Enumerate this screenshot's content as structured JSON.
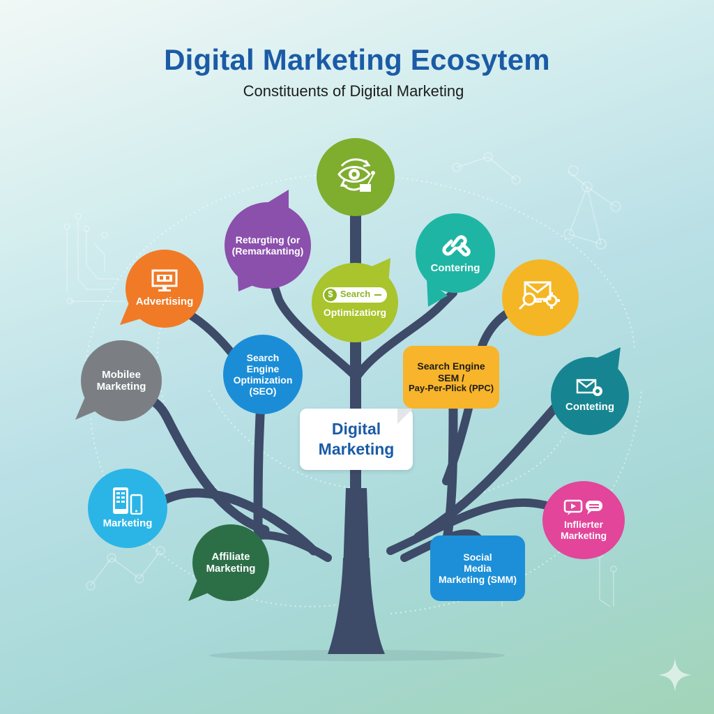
{
  "header": {
    "title": "Digital Marketing Ecosytem",
    "subtitle": "Constituents of Digital Marketing"
  },
  "center": {
    "line1": "Digital",
    "line2": "Marketing"
  },
  "nodes": {
    "retargeting_eye": {
      "label": "",
      "icon": "eye-retarget-icon",
      "color": "#7fad2e"
    },
    "retargeting": {
      "line1": "Retargting (or",
      "line2": "(Remarkanting)",
      "color": "#8b4fac"
    },
    "search_optimization": {
      "search_text": "Search",
      "line2": "Optimizatiorg",
      "icon": "dollar-search-icon",
      "color": "#a9c42c"
    },
    "content_link": {
      "label": "Contering",
      "icon": "chain-link-icon",
      "color": "#1fb5a4"
    },
    "email_gear": {
      "label": "",
      "icon": "email-search-gear-icon",
      "color": "#f4b625"
    },
    "advertising": {
      "label": "Advertising",
      "icon": "monitor-ad-icon",
      "color": "#f07a26"
    },
    "mobile": {
      "line1": "Mobilee",
      "line2": "Marketing",
      "color": "#7b7f83"
    },
    "seo": {
      "line1": "Search",
      "line2": "Engine",
      "line3": "Optimization",
      "line4": "(SEO)",
      "color": "#1b8dd6"
    },
    "sem_ppc": {
      "line1": "Search Engine",
      "line2": "SEM /",
      "line3": "Pay-Per-Plick (PPC)",
      "color": "#f8b42a"
    },
    "email_content": {
      "label": "Conteting",
      "icon": "email-envelope-icon",
      "color": "#168591"
    },
    "mobile_devices": {
      "label": "Marketing",
      "icon": "mobile-devices-icon",
      "color": "#2bb5e6"
    },
    "affiliate": {
      "line1": "Affiliate",
      "line2": "Marketing",
      "color": "#2c6f47"
    },
    "smm": {
      "line1": "Social",
      "line2": "Media",
      "line3": "Marketing (SMM)",
      "color": "#1c8fd8"
    },
    "influencer": {
      "line1": "Inflierter",
      "line2": "Marketing",
      "icon": "video-chat-icon",
      "color": "#e2459a"
    }
  },
  "colors": {
    "trunk": "#3d4a68",
    "title": "#1b5ba6"
  },
  "decor": {
    "sparkle_icon": "sparkle-icon"
  }
}
